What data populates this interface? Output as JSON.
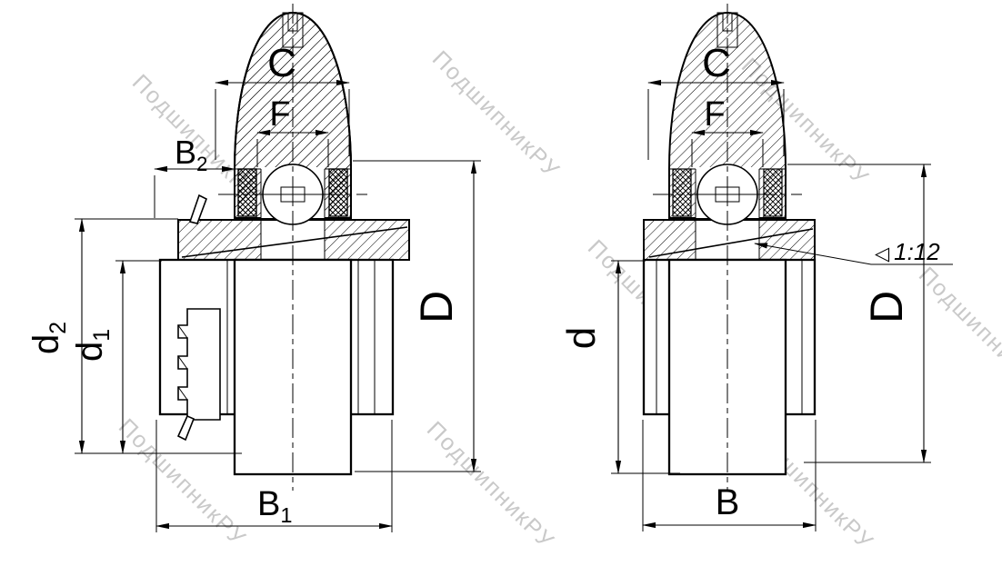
{
  "watermark": {
    "text": "ПодшипникРУ"
  },
  "colors": {
    "line": "#000000",
    "watermark": "#c9c9c9",
    "background": "#ffffff"
  },
  "figure_left": {
    "dims": {
      "C": "C",
      "F": "F",
      "B2": {
        "main": "B",
        "sub": "2"
      },
      "d2": {
        "main": "d",
        "sub": "2"
      },
      "d1": {
        "main": "d",
        "sub": "1"
      },
      "D": "D",
      "B1": {
        "main": "B",
        "sub": "1"
      }
    }
  },
  "figure_right": {
    "dims": {
      "C": "C",
      "F": "F",
      "d": "d",
      "D": "D",
      "B": "B",
      "taper_symbol": "◁",
      "taper": "1:12"
    }
  }
}
